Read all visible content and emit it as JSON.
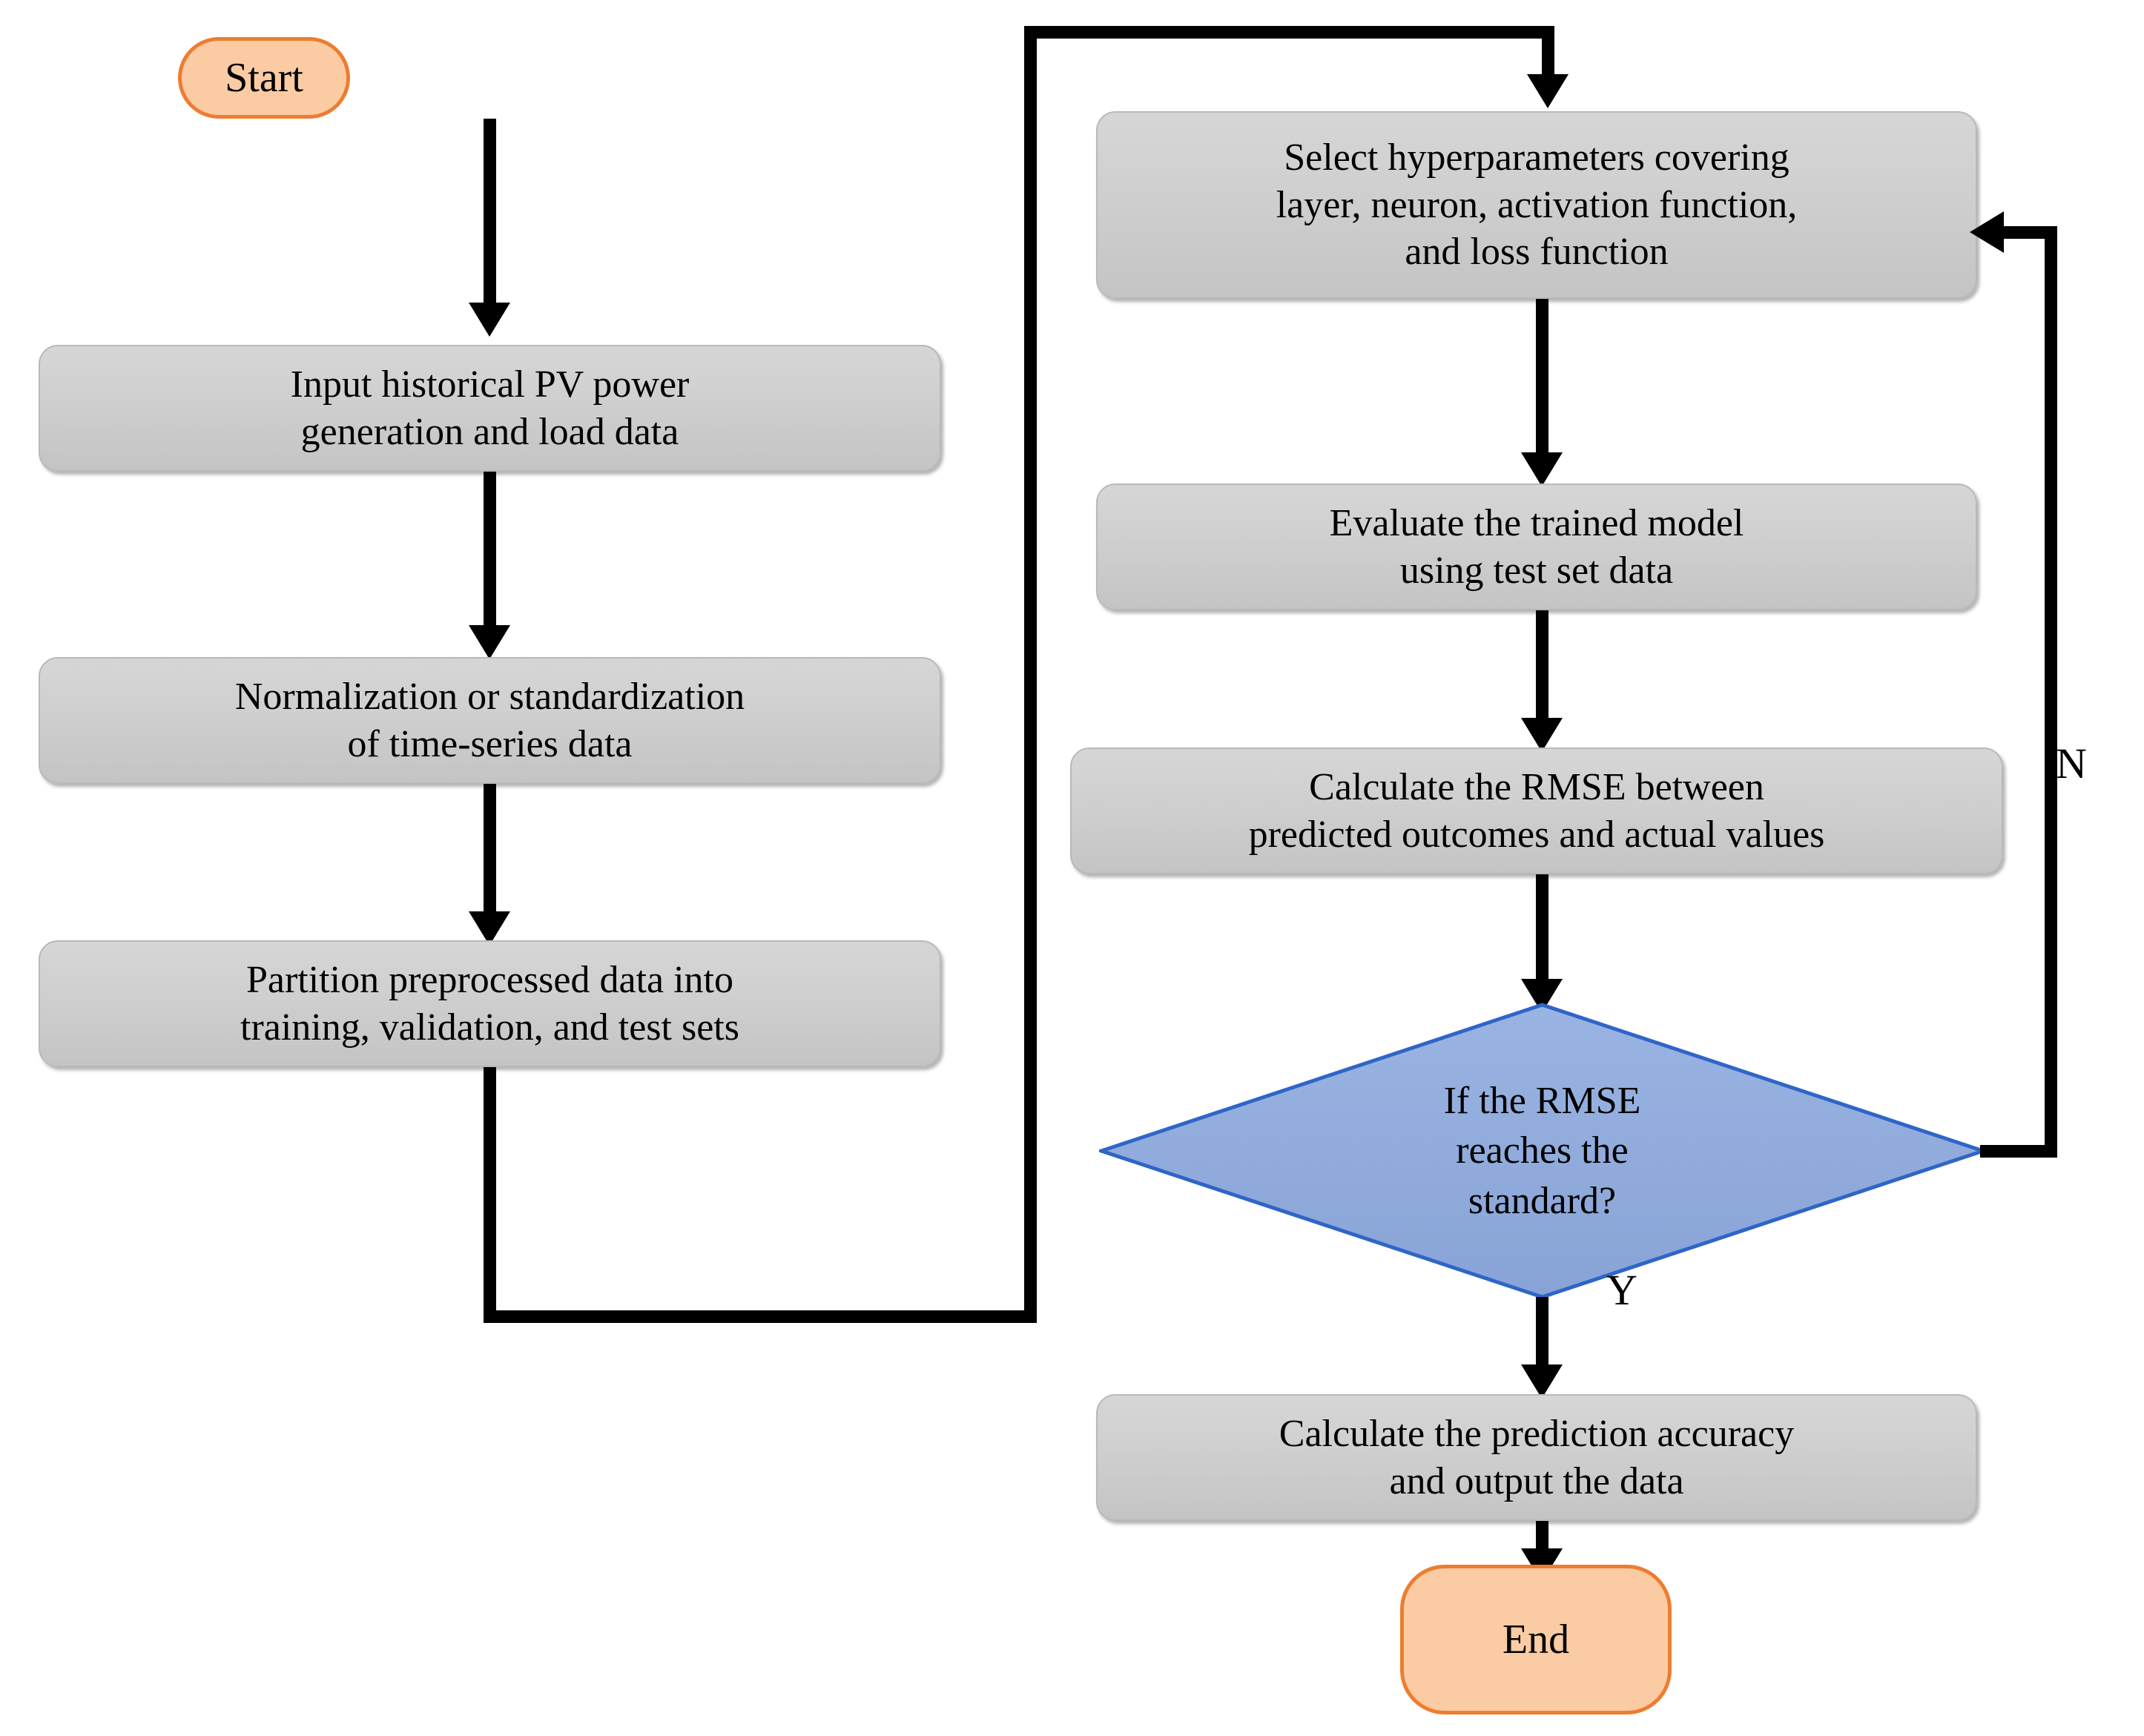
{
  "diagram": {
    "title": "PV power and load forecasting model workflow flowchart",
    "colors": {
      "terminal_fill": "#fbcba4",
      "terminal_border": "#ed7d31",
      "process_fill": "#cfcfcf",
      "process_border": "#b9b9b9",
      "decision_fill": "#8faadc",
      "decision_border": "#2f65c8",
      "connector": "#000000",
      "background": "#ffffff"
    },
    "nodes": {
      "start": {
        "label": "Start",
        "shape": "terminal"
      },
      "input_data": {
        "label": "Input historical PV power\ngeneration and load data",
        "shape": "process"
      },
      "normalize": {
        "label": "Normalization or standardization\nof time-series data",
        "shape": "process"
      },
      "partition": {
        "label": "Partition preprocessed data into\ntraining, validation, and test sets",
        "shape": "process"
      },
      "hyperparameters": {
        "label": "Select hyperparameters covering\nlayer, neuron, activation function,\nand loss function",
        "shape": "process"
      },
      "evaluate": {
        "label": "Evaluate the trained model\nusing test set data",
        "shape": "process"
      },
      "rmse": {
        "label": "Calculate the RMSE between\npredicted outcomes and actual values",
        "shape": "process"
      },
      "decision": {
        "label": "If the RMSE\nreaches the\nstandard?",
        "shape": "decision"
      },
      "accuracy": {
        "label": "Calculate the prediction accuracy\nand output the data",
        "shape": "process"
      },
      "end": {
        "label": "End",
        "shape": "terminal"
      }
    },
    "edge_labels": {
      "no_branch": "N",
      "yes_branch": "Y"
    }
  }
}
